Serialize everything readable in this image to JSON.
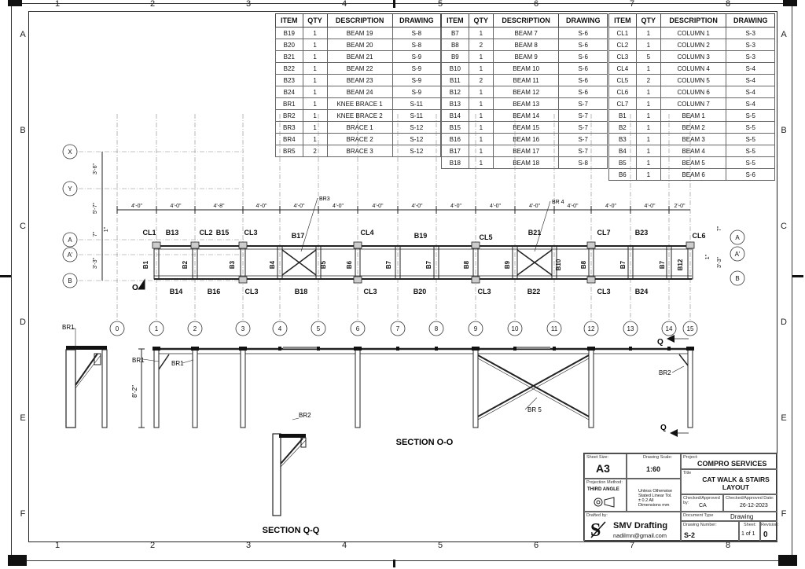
{
  "sheet": {
    "zone_columns": [
      "1",
      "2",
      "3",
      "4",
      "5",
      "6",
      "7",
      "8"
    ],
    "zone_rows": [
      "A",
      "B",
      "C",
      "D",
      "E",
      "F"
    ]
  },
  "bom": {
    "headers": [
      "ITEM",
      "QTY",
      "DESCRIPTION",
      "DRAWING"
    ],
    "table1": [
      [
        "B19",
        "1",
        "BEAM 19",
        "S-8"
      ],
      [
        "B20",
        "1",
        "BEAM 20",
        "S-8"
      ],
      [
        "B21",
        "1",
        "BEAM 21",
        "S-9"
      ],
      [
        "B22",
        "1",
        "BEAM 22",
        "S-9"
      ],
      [
        "B23",
        "1",
        "BEAM 23",
        "S-9"
      ],
      [
        "B24",
        "1",
        "BEAM 24",
        "S-9"
      ],
      [
        "BR1",
        "1",
        "KNEE BRACE 1",
        "S-11"
      ],
      [
        "BR2",
        "1",
        "KNEE BRACE 2",
        "S-11"
      ],
      [
        "BR3",
        "1",
        "BRACE 1",
        "S-12"
      ],
      [
        "BR4",
        "1",
        "BRACE 2",
        "S-12"
      ],
      [
        "BR5",
        "2",
        "BRACE 3",
        "S-12"
      ]
    ],
    "table2": [
      [
        "B7",
        "1",
        "BEAM 7",
        "S-6"
      ],
      [
        "B8",
        "2",
        "BEAM 8",
        "S-6"
      ],
      [
        "B9",
        "1",
        "BEAM 9",
        "S-6"
      ],
      [
        "B10",
        "1",
        "BEAM 10",
        "S-6"
      ],
      [
        "B11",
        "2",
        "BEAM 11",
        "S-6"
      ],
      [
        "B12",
        "1",
        "BEAM 12",
        "S-6"
      ],
      [
        "B13",
        "1",
        "BEAM 13",
        "S-7"
      ],
      [
        "B14",
        "1",
        "BEAM 14",
        "S-7"
      ],
      [
        "B15",
        "1",
        "BEAM 15",
        "S-7"
      ],
      [
        "B16",
        "1",
        "BEAM 16",
        "S-7"
      ],
      [
        "B17",
        "1",
        "BEAM 17",
        "S-7"
      ],
      [
        "B18",
        "1",
        "BEAM 18",
        "S-8"
      ]
    ],
    "table3": [
      [
        "CL1",
        "1",
        "COLUMN 1",
        "S-3"
      ],
      [
        "CL2",
        "1",
        "COLUMN 2",
        "S-3"
      ],
      [
        "CL3",
        "5",
        "COLUMN 3",
        "S-3"
      ],
      [
        "CL4",
        "1",
        "COLUMN 4",
        "S-4"
      ],
      [
        "CL5",
        "2",
        "COLUMN 5",
        "S-4"
      ],
      [
        "CL6",
        "1",
        "COLUMN 6",
        "S-4"
      ],
      [
        "CL7",
        "1",
        "COLUMN 7",
        "S-4"
      ],
      [
        "B1",
        "1",
        "BEAM 1",
        "S-5"
      ],
      [
        "B2",
        "1",
        "BEAM 2",
        "S-5"
      ],
      [
        "B3",
        "1",
        "BEAM 3",
        "S-5"
      ],
      [
        "B4",
        "1",
        "BEAM 4",
        "S-5"
      ],
      [
        "B5",
        "1",
        "BEAM 5",
        "S-5"
      ],
      [
        "B6",
        "1",
        "BEAM 6",
        "S-6"
      ]
    ]
  },
  "plan": {
    "grid_lines": [
      "0",
      "1",
      "2",
      "3",
      "4",
      "5",
      "6",
      "7",
      "8",
      "9",
      "10",
      "11",
      "12",
      "13",
      "14",
      "15"
    ],
    "row_bubbles_left": [
      "X",
      "Y",
      "A",
      "A'",
      "B"
    ],
    "row_bubbles_right": [
      "A",
      "A'",
      "B"
    ],
    "spacing_dims": [
      "4'-0\"",
      "4'-0\"",
      "4'-8\"",
      "4'-0\"",
      "4'-0\"",
      "4'-0\"",
      "4'-0\"",
      "4'-0\"",
      "4'-0\"",
      "4'-0\"",
      "4'-0\"",
      "4'-0\"",
      "4'-0\"",
      "4'-0\"",
      "2'-0\""
    ],
    "vertical_dims_left": [
      "3'-6\"",
      "5'-7\"",
      "7\"",
      "1\"",
      "3'-3\""
    ],
    "vertical_dims_right": [
      "7\"",
      "1\"",
      "3'-3\""
    ],
    "top_labels": [
      "CL1",
      "B13",
      "CL2",
      "B15",
      "CL3",
      "B17",
      "CL4",
      "B19",
      "CL5",
      "B21",
      "CL7",
      "B23",
      "CL6"
    ],
    "bottom_labels": [
      "B14",
      "B16",
      "CL3",
      "B18",
      "CL3",
      "B20",
      "CL3",
      "B22",
      "CL3",
      "B24"
    ],
    "cross_labels": [
      "B1",
      "B2",
      "B3",
      "B4",
      "B5",
      "B6",
      "B7",
      "B7",
      "B8",
      "B9",
      "B10",
      "B8",
      "B7",
      "B7",
      "B12"
    ],
    "brace_labels": [
      "BR3",
      "BR 4"
    ],
    "section_mark": "O"
  },
  "elevation": {
    "title": "SECTION O-O",
    "height_dim": "8'-2\"",
    "labels": [
      "BR1",
      "BR1",
      "BR2",
      "BR 5"
    ],
    "section_mark": "Q"
  },
  "section_q": {
    "title": "SECTION Q-Q",
    "label": "BR2"
  },
  "left_detail": {
    "label": "BR1"
  },
  "title_block": {
    "sheet_size_label": "Sheet Size:",
    "sheet_size": "A3",
    "scale_label": "Drawing Scale:",
    "scale": "1:60",
    "project_label": "Project:",
    "project": "COMPRO SERVICES",
    "title_label": "Title",
    "title_line1": "CAT WALK & STAIRS",
    "title_line2": "LAYOUT",
    "projection_label": "Projection Method:",
    "projection": "THIRD ANGLE",
    "tol_line1": "Unless Otherwise",
    "tol_line2": "Stated Linear Tol.",
    "tol_line3": "± 0.2 All",
    "tol_line4": "Dimensions mm",
    "checked_label": "Checked/Approved by:",
    "checked": "CA",
    "date_label": "Checked/Approved Date:",
    "date": "26-12-2023",
    "drafted_label": "Drafted by:",
    "company": "SMV Drafting",
    "email": "nadilmn@gmail.com",
    "doc_type_label": "Document Type",
    "doc_type": "Drawing",
    "drawing_no_label": "Drawing Number:",
    "drawing_no": "S-2",
    "sheet_label": "Sheet:",
    "sheet": "1 of 1",
    "revision_label": "Revision:",
    "revision": "0"
  }
}
